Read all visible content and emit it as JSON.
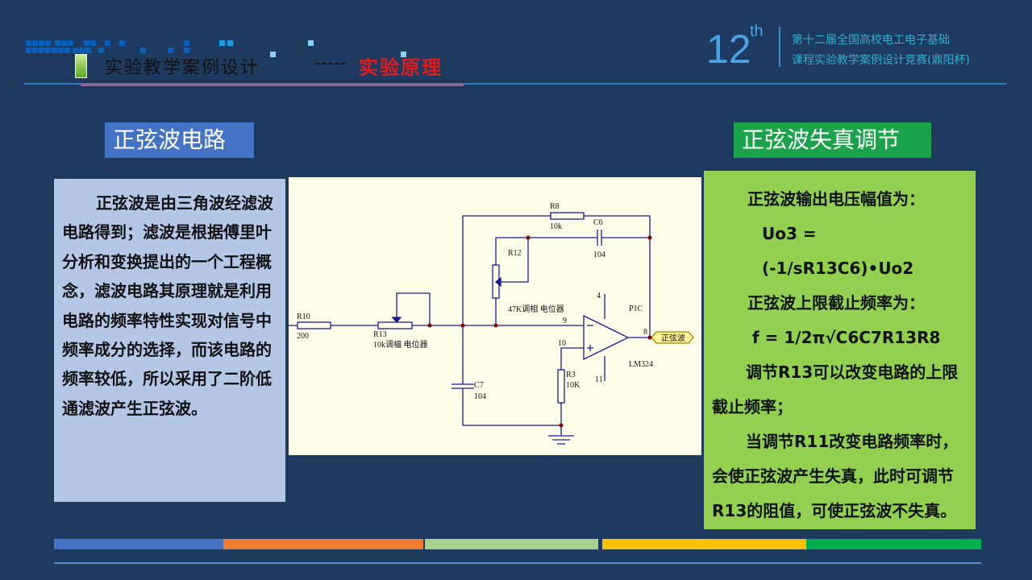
{
  "header": {
    "title": "实验教学案例设计",
    "separator": "-----",
    "subtitle": "实验原理"
  },
  "competition": {
    "number": "12",
    "suffix": "th",
    "line1": "第十二届全国高校电工电子基础",
    "line2": "课程实验教学案例设计竞赛(鼎阳杯)"
  },
  "left_label": "正弦波电路",
  "right_label": "正弦波失真调节",
  "left_text": "正弦波是由三角波经滤波电路得到；滤波是根据傅里叶分析和变换提出的一个工程概念，滤波电路其原理就是利用电路的频率特性实现对信号中频率成分的选择，而该电路的频率较低，所以采用了二阶低通滤波产生正弦波。",
  "right_text": {
    "l1": "正弦波输出电压幅值为：",
    "l2": "Uo3 = (-1/sR13C6)•Uo2",
    "l3": "正弦波上限截止频率为：",
    "l4": "f = 1/2π√C6C7R13R8",
    "l5": "调节R13可以改变电路的上限截止频率；",
    "l6": "当调节R11改变电路频率时，会使正弦波产生失真，此时可调节R13的阻值，可使正弦波不失真。"
  },
  "circuit": {
    "r10": "R10",
    "r10v": "200",
    "r13": "R13",
    "r13v": "10k调幅 电位器",
    "r8": "R8",
    "r8v": "10k",
    "c6": "C6",
    "c6v": "104",
    "r12": "R12",
    "r12v": "47K调相 电位器",
    "c7": "C7",
    "c7v": "104",
    "r3": "R3",
    "r3v": "10K",
    "chip": "P1C",
    "model": "LM324",
    "pin4": "4",
    "pin9": "9",
    "pin10": "10",
    "pin8": "8",
    "pin11": "11",
    "out": "正弦波"
  },
  "colors": {
    "bg": "#1e3a5f",
    "blue": "#4472c4",
    "green": "#1aa34a",
    "panel_left": "#b4c7e7",
    "panel_right": "#92d050"
  }
}
